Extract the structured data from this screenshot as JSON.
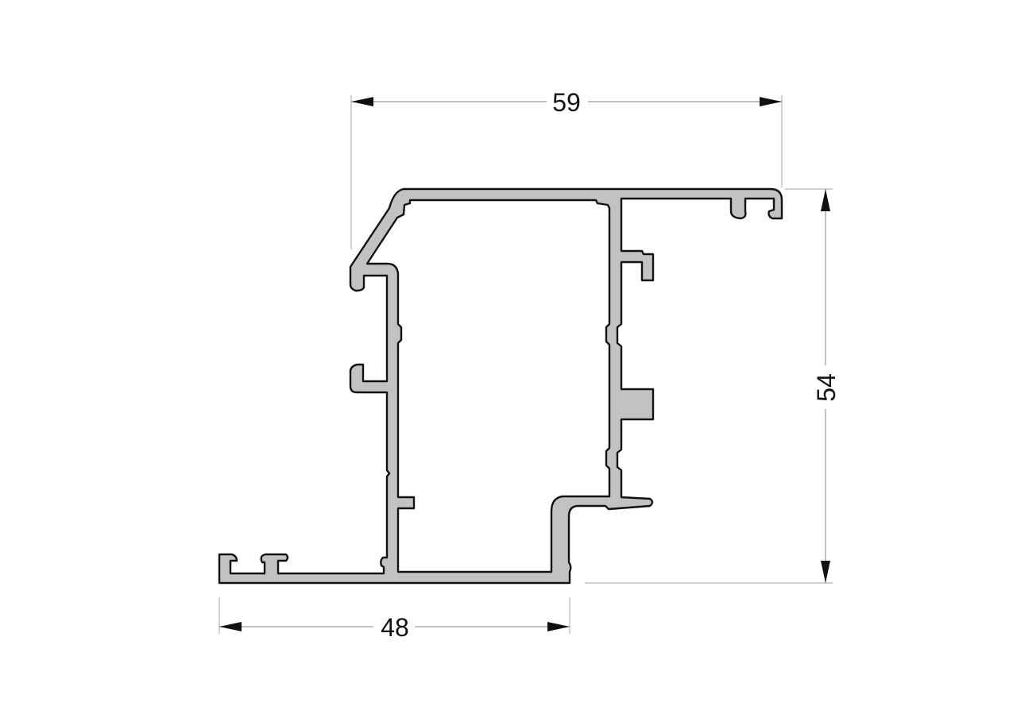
{
  "drawing": {
    "type": "aluminum profile cross-section",
    "colors": {
      "profile_fill": "#c2c2c2",
      "outline": "#111111",
      "dimension_line": "#9a9a9a",
      "background": "#ffffff"
    }
  },
  "dimensions": {
    "top_width": {
      "label": "59",
      "orientation": "horizontal"
    },
    "right_height": {
      "label": "54",
      "orientation": "vertical"
    },
    "bottom_width": {
      "label": "48",
      "orientation": "horizontal"
    }
  }
}
